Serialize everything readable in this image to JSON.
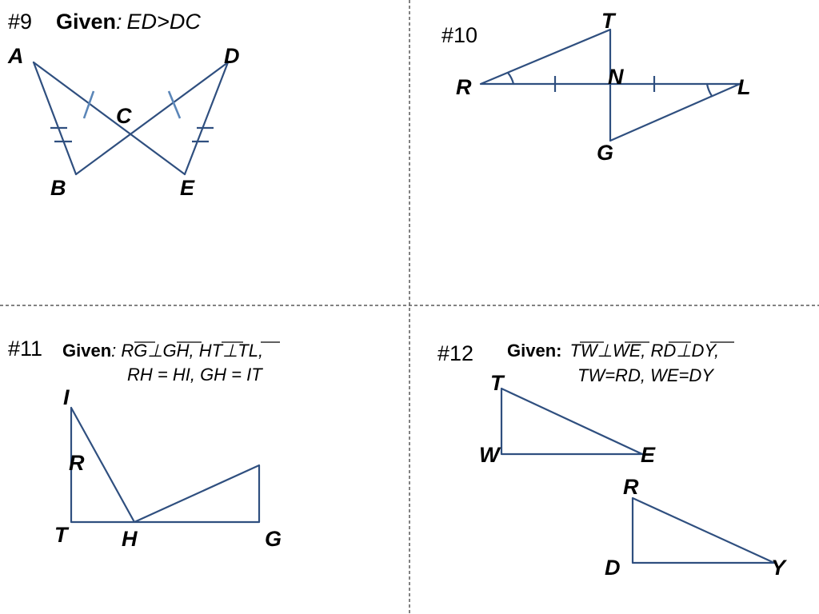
{
  "problem9": {
    "number": "#9",
    "given_label": "Given",
    "given_colon": ":",
    "given_text": "ED>DC",
    "vertices": {
      "A": "A",
      "B": "B",
      "C": "C",
      "D": "D",
      "E": "E"
    }
  },
  "problem10": {
    "number": "#10",
    "vertices": {
      "T": "T",
      "N": "N",
      "R": "R",
      "L": "L",
      "G": "G"
    }
  },
  "problem11": {
    "number": "#11",
    "given_label": "Given",
    "given_line1": {
      "colon": ": ",
      "seg1": "RG",
      "perp1": "⊥",
      "seg2": "GH",
      "comma1": ", ",
      "seg3": "HT",
      "perp2": "⊥",
      "seg4": "TL",
      "comma2": ","
    },
    "given_line2": "RH = HI, GH = IT",
    "vertices": {
      "I": "I",
      "R": "R",
      "T": "T",
      "H": "H",
      "G": "G"
    }
  },
  "problem12": {
    "number": "#12",
    "given_label": "Given:",
    "given_line1": {
      "seg1": "TW",
      "perp1": "⊥",
      "seg2": "WE",
      "comma1": ", ",
      "seg3": "RD",
      "perp2": "⊥",
      "seg4": "DY",
      "comma2": ","
    },
    "given_line2": "TW=RD, WE=DY",
    "vertices": {
      "T": "T",
      "W": "W",
      "E": "E",
      "R": "R",
      "D": "D",
      "Y": "Y"
    }
  }
}
